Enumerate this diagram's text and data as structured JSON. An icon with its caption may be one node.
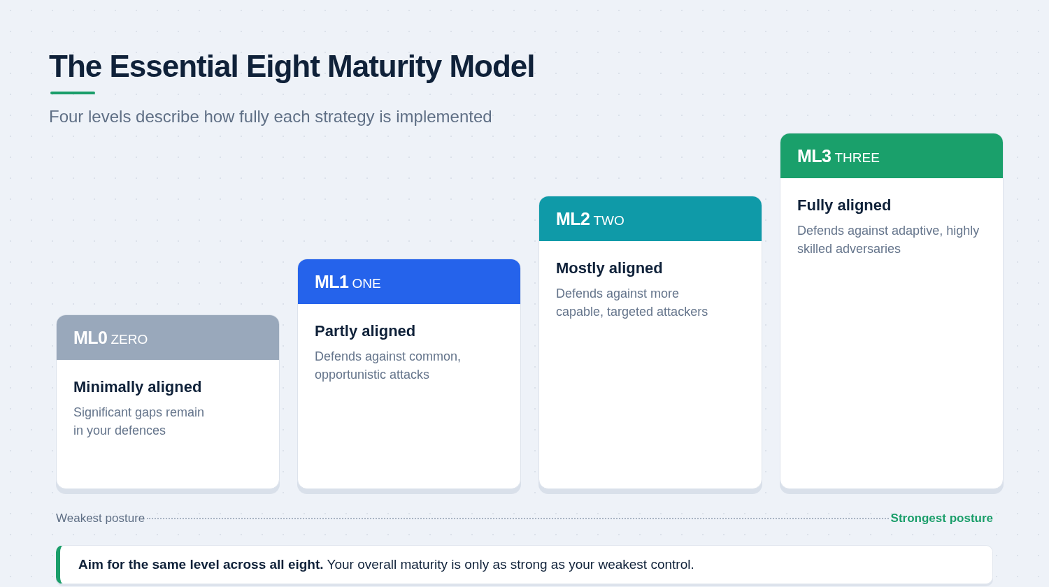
{
  "diagram": {
    "title": "The Essential Eight Maturity Model",
    "nodes": [
      {
        "text": [
          "ML0",
          "ZERO",
          "Minimally aligned",
          "Significant gaps remain in your defences"
        ]
      },
      {
        "text": [
          "ML1",
          "ONE",
          "Partly aligned",
          "Defends against common, opportunistic attacks"
        ]
      },
      {
        "text": [
          "ML2",
          "TWO",
          "Mostly aligned",
          "Defends against more capable, targeted attackers"
        ]
      },
      {
        "text": [
          "ML3",
          "THREE",
          "Fully aligned",
          "Defends against adaptive, highly skilled adversaries"
        ]
      },
      {
        "text": [
          "**Aim for the same level across all eight.** Your overall maturity is only as strong as your weakest control."
        ]
      }
    ],
    "labels": [
      "Four levels describe how fully each strategy is implemented",
      "Weakest posture",
      "Strongest posture"
    ]
  }
}
